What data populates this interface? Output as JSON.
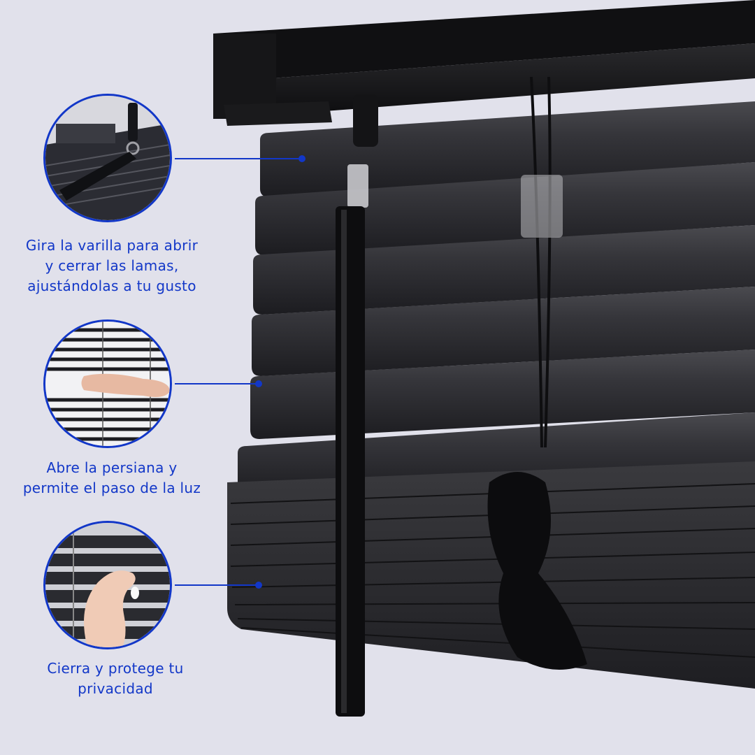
{
  "background_color": "#e1e1eb",
  "accent_color": "#1237c8",
  "blind_color": "#2f2f33",
  "features": [
    {
      "icon": "tilt-rod-closeup-photo",
      "lines": [
        "Gira la varilla para abrir",
        "y cerrar las lamas,",
        "ajustándolas a tu gusto"
      ]
    },
    {
      "icon": "hand-opening-blind-photo",
      "lines": [
        "Abre la persiana y",
        "permite el paso de la luz"
      ]
    },
    {
      "icon": "hand-closing-blind-photo",
      "lines": [
        "Cierra y protege tu",
        "privacidad"
      ]
    }
  ]
}
